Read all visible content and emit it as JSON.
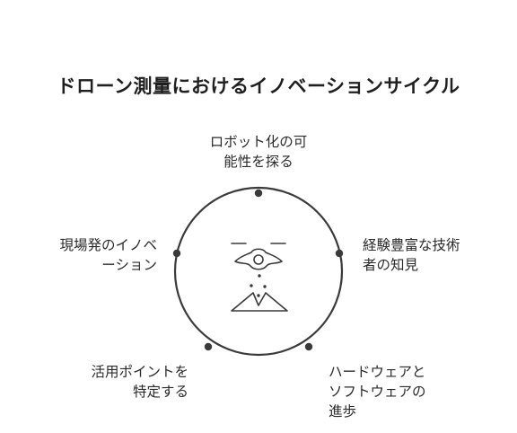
{
  "title": "ドローン測量におけるイノベーションサイクル",
  "cycle": {
    "steps": [
      {
        "label": "ロボット化の可\n能性を探る"
      },
      {
        "label": "経験豊富な技術\n者の知見"
      },
      {
        "label": "ハードウェアと\nソフトウェアの\n進歩"
      },
      {
        "label": "活用ポイントを\n特定する"
      },
      {
        "label": "現場発のイノベ\nーション"
      }
    ],
    "center_icon": "drone-survey-icon"
  },
  "colors": {
    "stroke": "#3a3a3a",
    "node": "#3a3a3a",
    "text": "#2b2b2b",
    "background": "#ffffff"
  }
}
